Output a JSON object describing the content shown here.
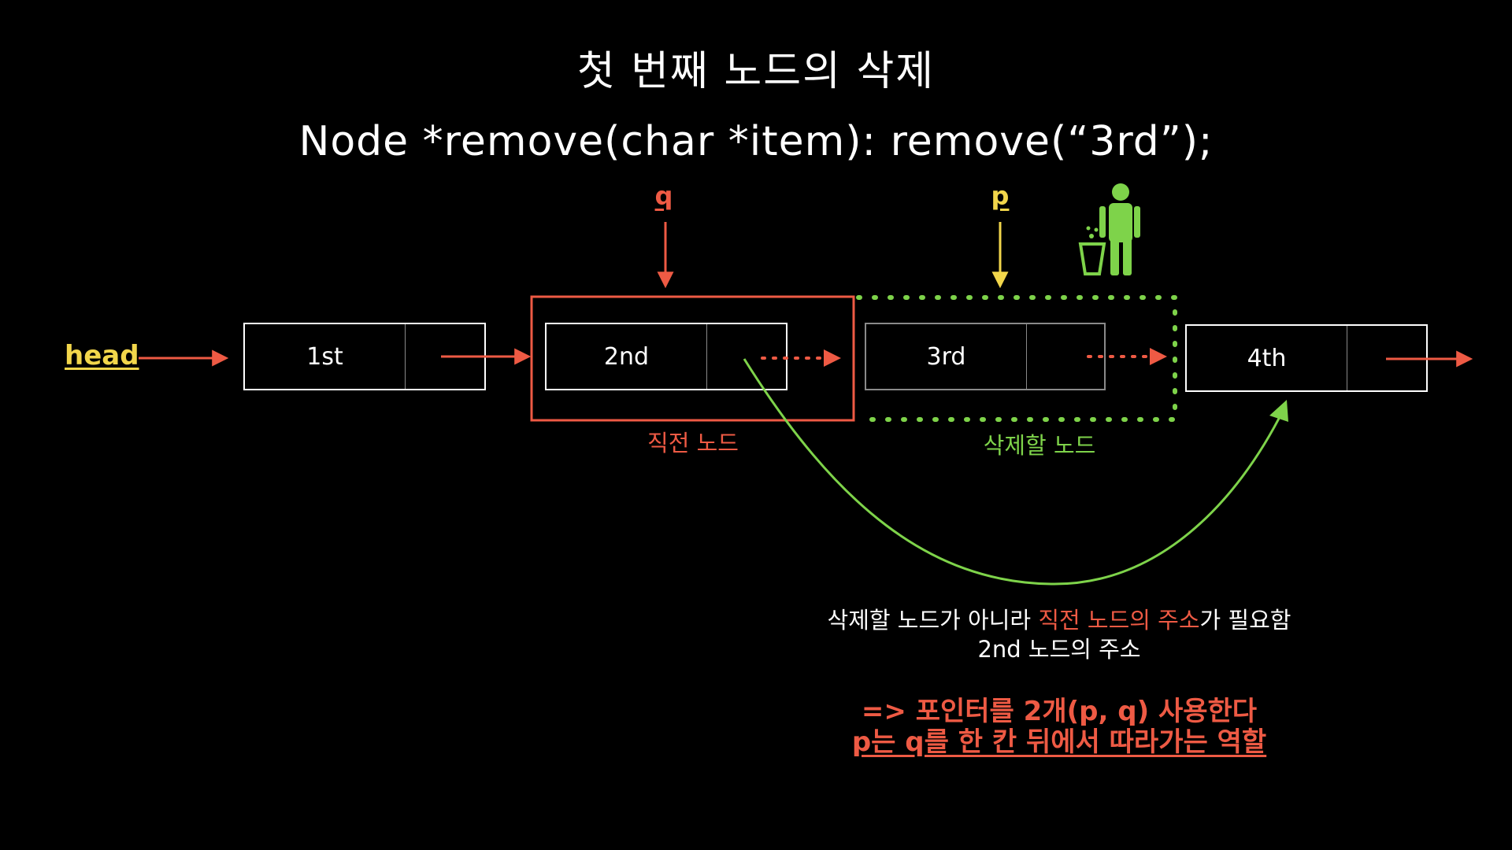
{
  "title": "첫 번째 노드의 삭제",
  "code_line": "Node *remove(char *item): remove(“3rd”);",
  "pointers": {
    "q": "q",
    "p": "p"
  },
  "head_label": "head",
  "nodes": [
    {
      "value": "1st"
    },
    {
      "value": "2nd"
    },
    {
      "value": "3rd"
    },
    {
      "value": "4th"
    }
  ],
  "captions": {
    "prev_node": "직전 노드",
    "delete_node": "삭제할 노드"
  },
  "note": {
    "line1_a": "삭제할 노드가 아니라 ",
    "line1_highlight": "직전 노드의 주소",
    "line1_b": "가 필요함",
    "line2": "2nd 노드의 주소",
    "line3": "=> 포인터를 2개(p, q) 사용한다",
    "line4": "p는 q를 한 칸 뒤에서 따라가는 역할"
  },
  "colors": {
    "red": "#ee5a44",
    "green": "#7ed34a",
    "yellow": "#f2d64b",
    "background": "#000000"
  },
  "icons": [
    "trash-person-icon"
  ]
}
